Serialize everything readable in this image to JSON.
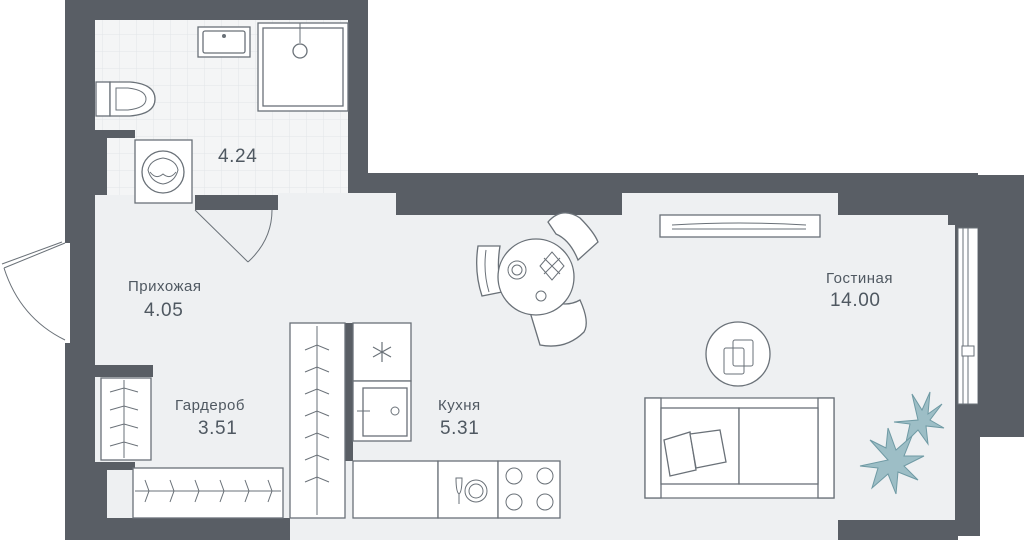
{
  "rooms": {
    "bathroom": {
      "label": "",
      "area": "4.24"
    },
    "hallway": {
      "label": "Прихожая",
      "area": "4.05"
    },
    "wardrobe": {
      "label": "Гардероб",
      "area": "3.51"
    },
    "kitchen": {
      "label": "Кухня",
      "area": "5.31"
    },
    "living": {
      "label": "Гостиная",
      "area": "14.00"
    }
  },
  "colors": {
    "wall": "#595e65",
    "floor": "#eef0f2",
    "tile_grid": "#e2e5e8",
    "text": "#4f5861",
    "plant": "#8fb2ba"
  },
  "icons": [
    "toilet-icon",
    "sink-icon",
    "shower-icon",
    "washing-machine-icon",
    "dining-table-icon",
    "chair-icon",
    "fridge-snowflake-icon",
    "kitchen-sink-icon",
    "stove-icon",
    "sofa-icon",
    "coffee-table-icon",
    "plant-icon",
    "window-icon",
    "door-icon",
    "tv-unit-icon",
    "wine-glass-icon"
  ]
}
